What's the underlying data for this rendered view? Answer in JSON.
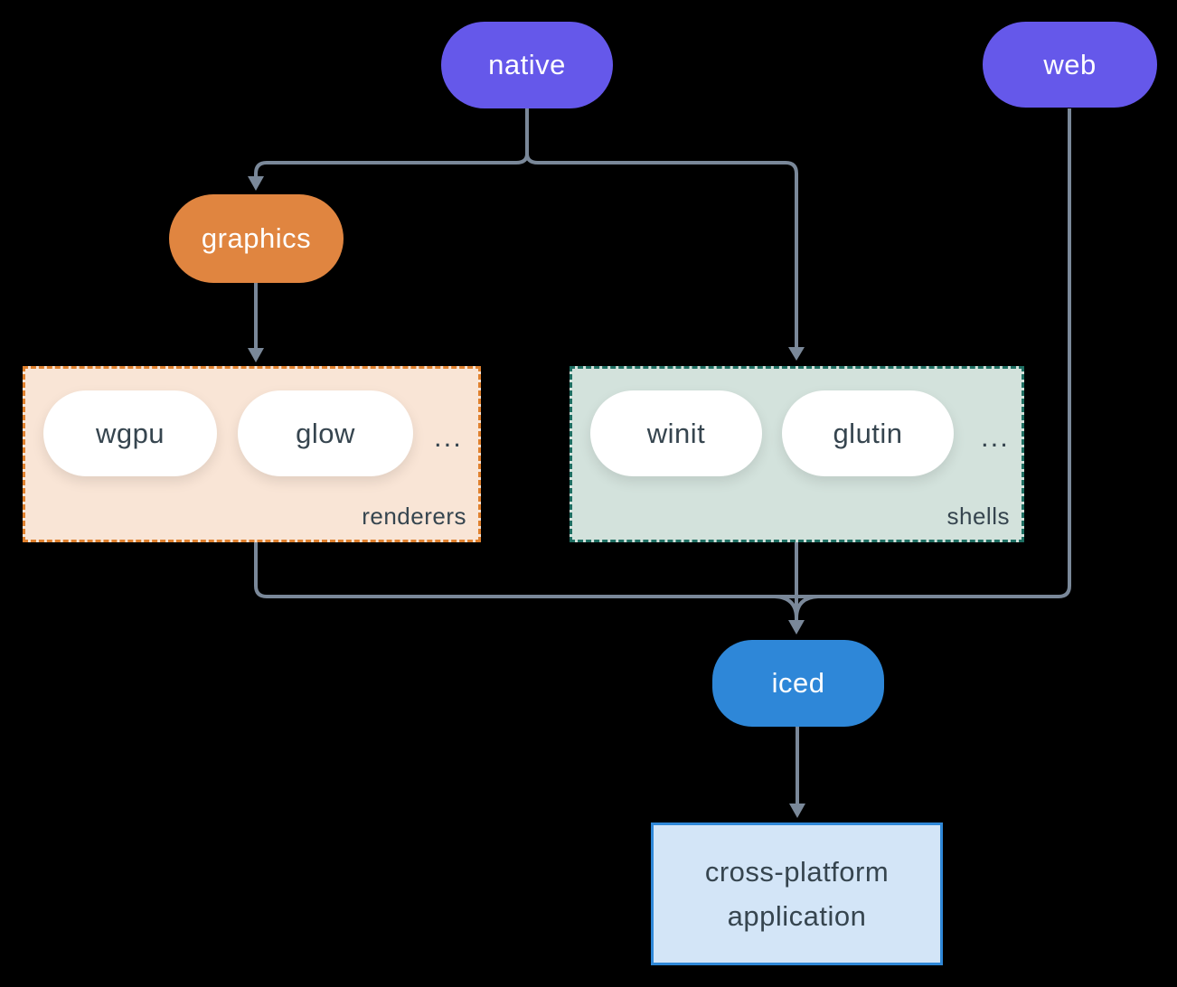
{
  "diagram": {
    "title_note": "iced ecosystem diagram",
    "nodes": {
      "native": {
        "label": "native"
      },
      "web": {
        "label": "web"
      },
      "graphics": {
        "label": "graphics"
      },
      "wgpu": {
        "label": "wgpu"
      },
      "glow": {
        "label": "glow"
      },
      "winit": {
        "label": "winit"
      },
      "glutin": {
        "label": "glutin"
      },
      "iced": {
        "label": "iced"
      },
      "app": {
        "line1": "cross-platform",
        "line2": "application"
      }
    },
    "groups": {
      "renderers": {
        "label": "renderers",
        "ellipsis": "..."
      },
      "shells": {
        "label": "shells",
        "ellipsis": "..."
      }
    },
    "edges": [
      {
        "from": "native",
        "to": "graphics"
      },
      {
        "from": "native",
        "to": "shells-group"
      },
      {
        "from": "graphics",
        "to": "renderers-group"
      },
      {
        "from": "renderers-group",
        "to": "iced"
      },
      {
        "from": "shells-group",
        "to": "iced"
      },
      {
        "from": "web",
        "to": "iced"
      },
      {
        "from": "iced",
        "to": "app"
      }
    ],
    "colors": {
      "background": "#000000",
      "purple_node": "#6558EA",
      "orange_node": "#E08540",
      "blue_node": "#2E87D8",
      "white_node": "#FFFFFF",
      "renderers_fill": "#F9E5D6",
      "renderers_border": "#E0812E",
      "shells_fill": "#D3E2DC",
      "shells_border": "#1F6F63",
      "app_fill": "#D3E5F7",
      "app_border": "#2F88D8",
      "connector": "#7A8899",
      "dark_text": "#36454F",
      "light_text": "#FFFFFF"
    }
  }
}
